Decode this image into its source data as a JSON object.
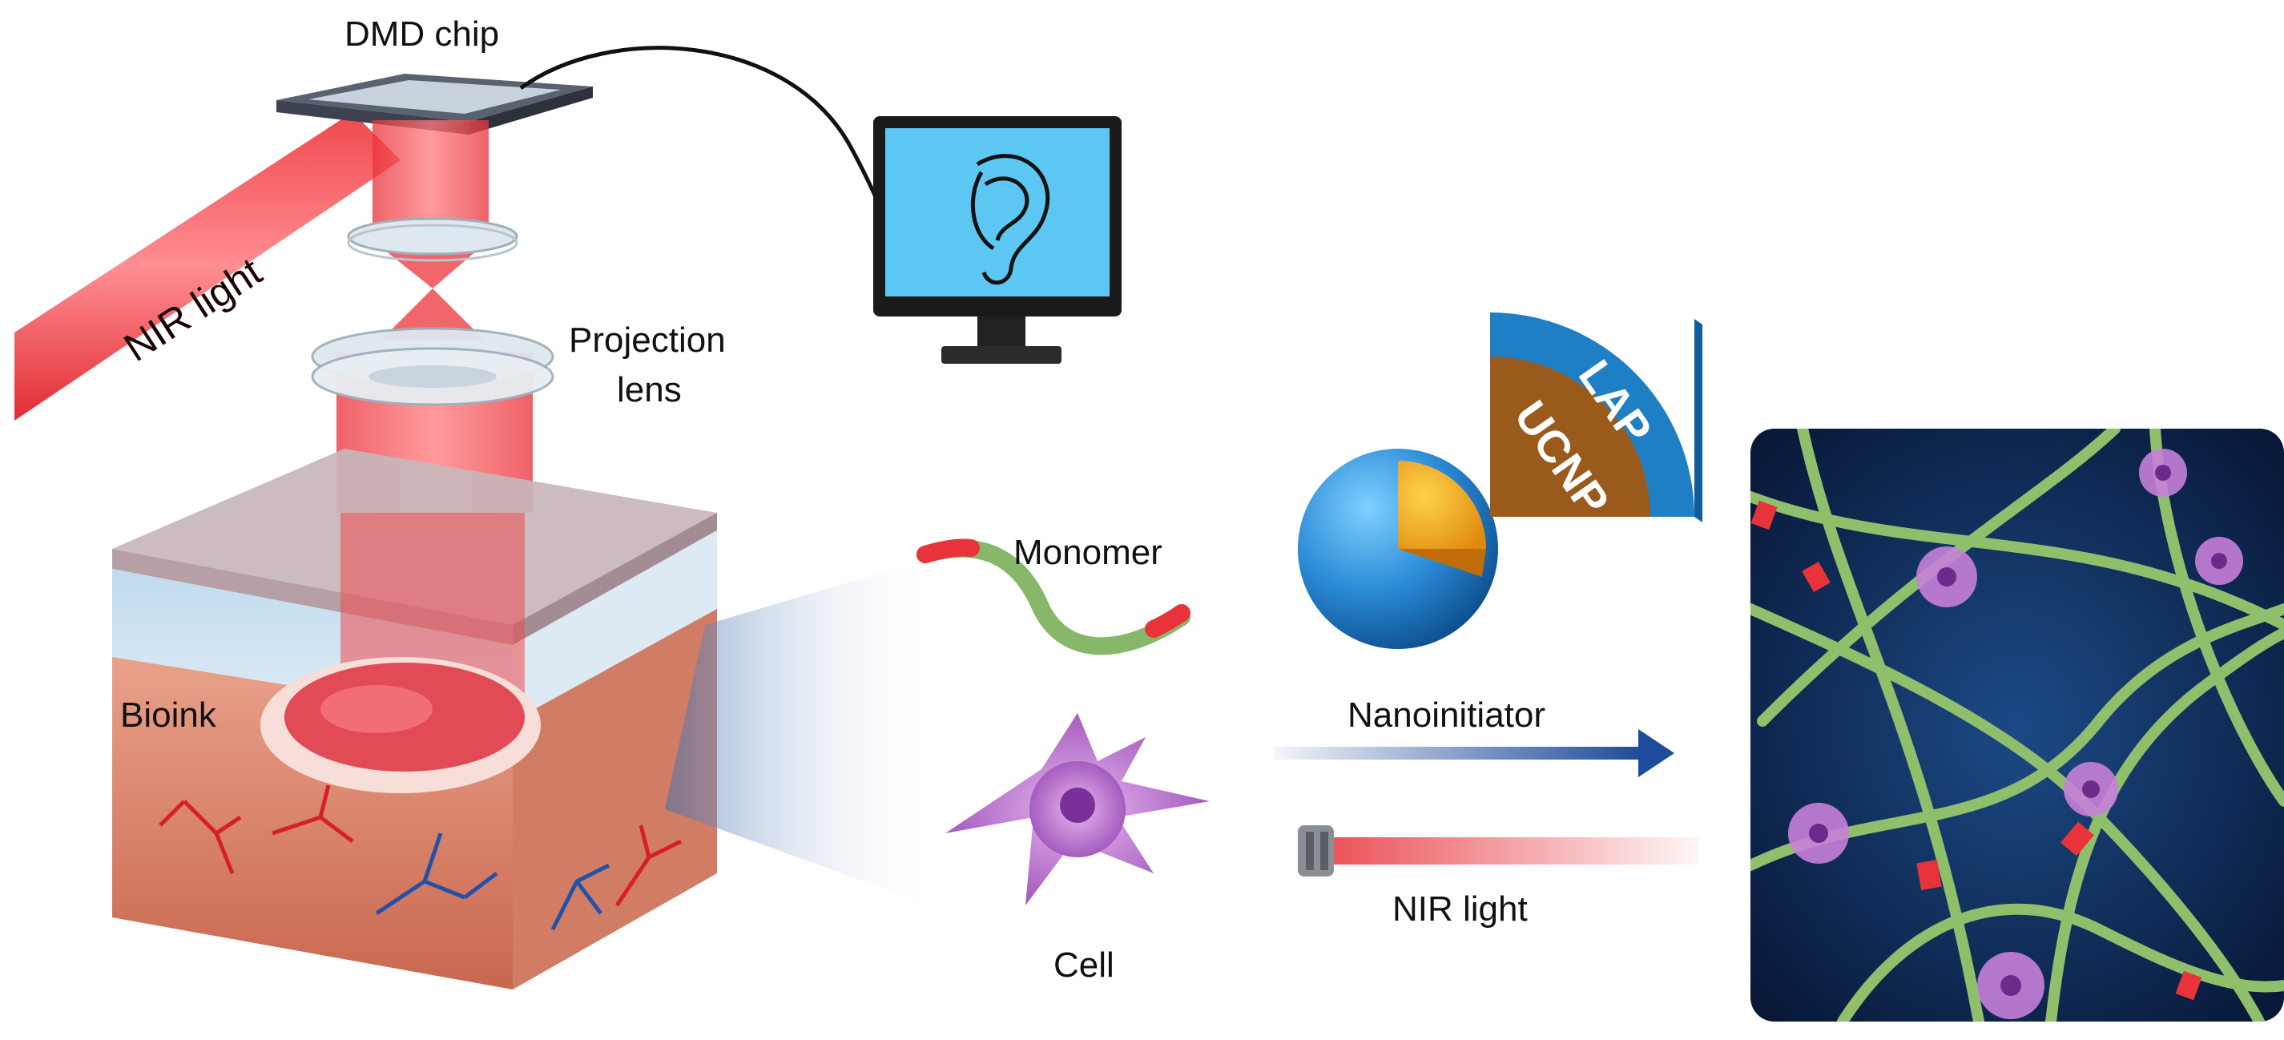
{
  "labels": {
    "dmd_chip": "DMD chip",
    "nir_light_beam": "NIR light",
    "projection_lens_line1": "Projection",
    "projection_lens_line2": "lens",
    "bioink": "Bioink",
    "monomer": "Monomer",
    "cell": "Cell",
    "nanoinitiator": "Nanoinitiator",
    "nir_light_lamp": "NIR light",
    "lap": "LAP",
    "ucnp": "UCNP"
  },
  "colors": {
    "beam_red": "#e8333a",
    "monitor_screen": "#5cc7f2",
    "nanoparticle_shell": "#1f7fc4",
    "ucnp_core": "#9a5a1c",
    "arrow_blue": "#1d4a9a",
    "network_bg": "#0c2450",
    "fiber_green": "#8fbf6a",
    "cell_purple": "#b46fc8"
  }
}
